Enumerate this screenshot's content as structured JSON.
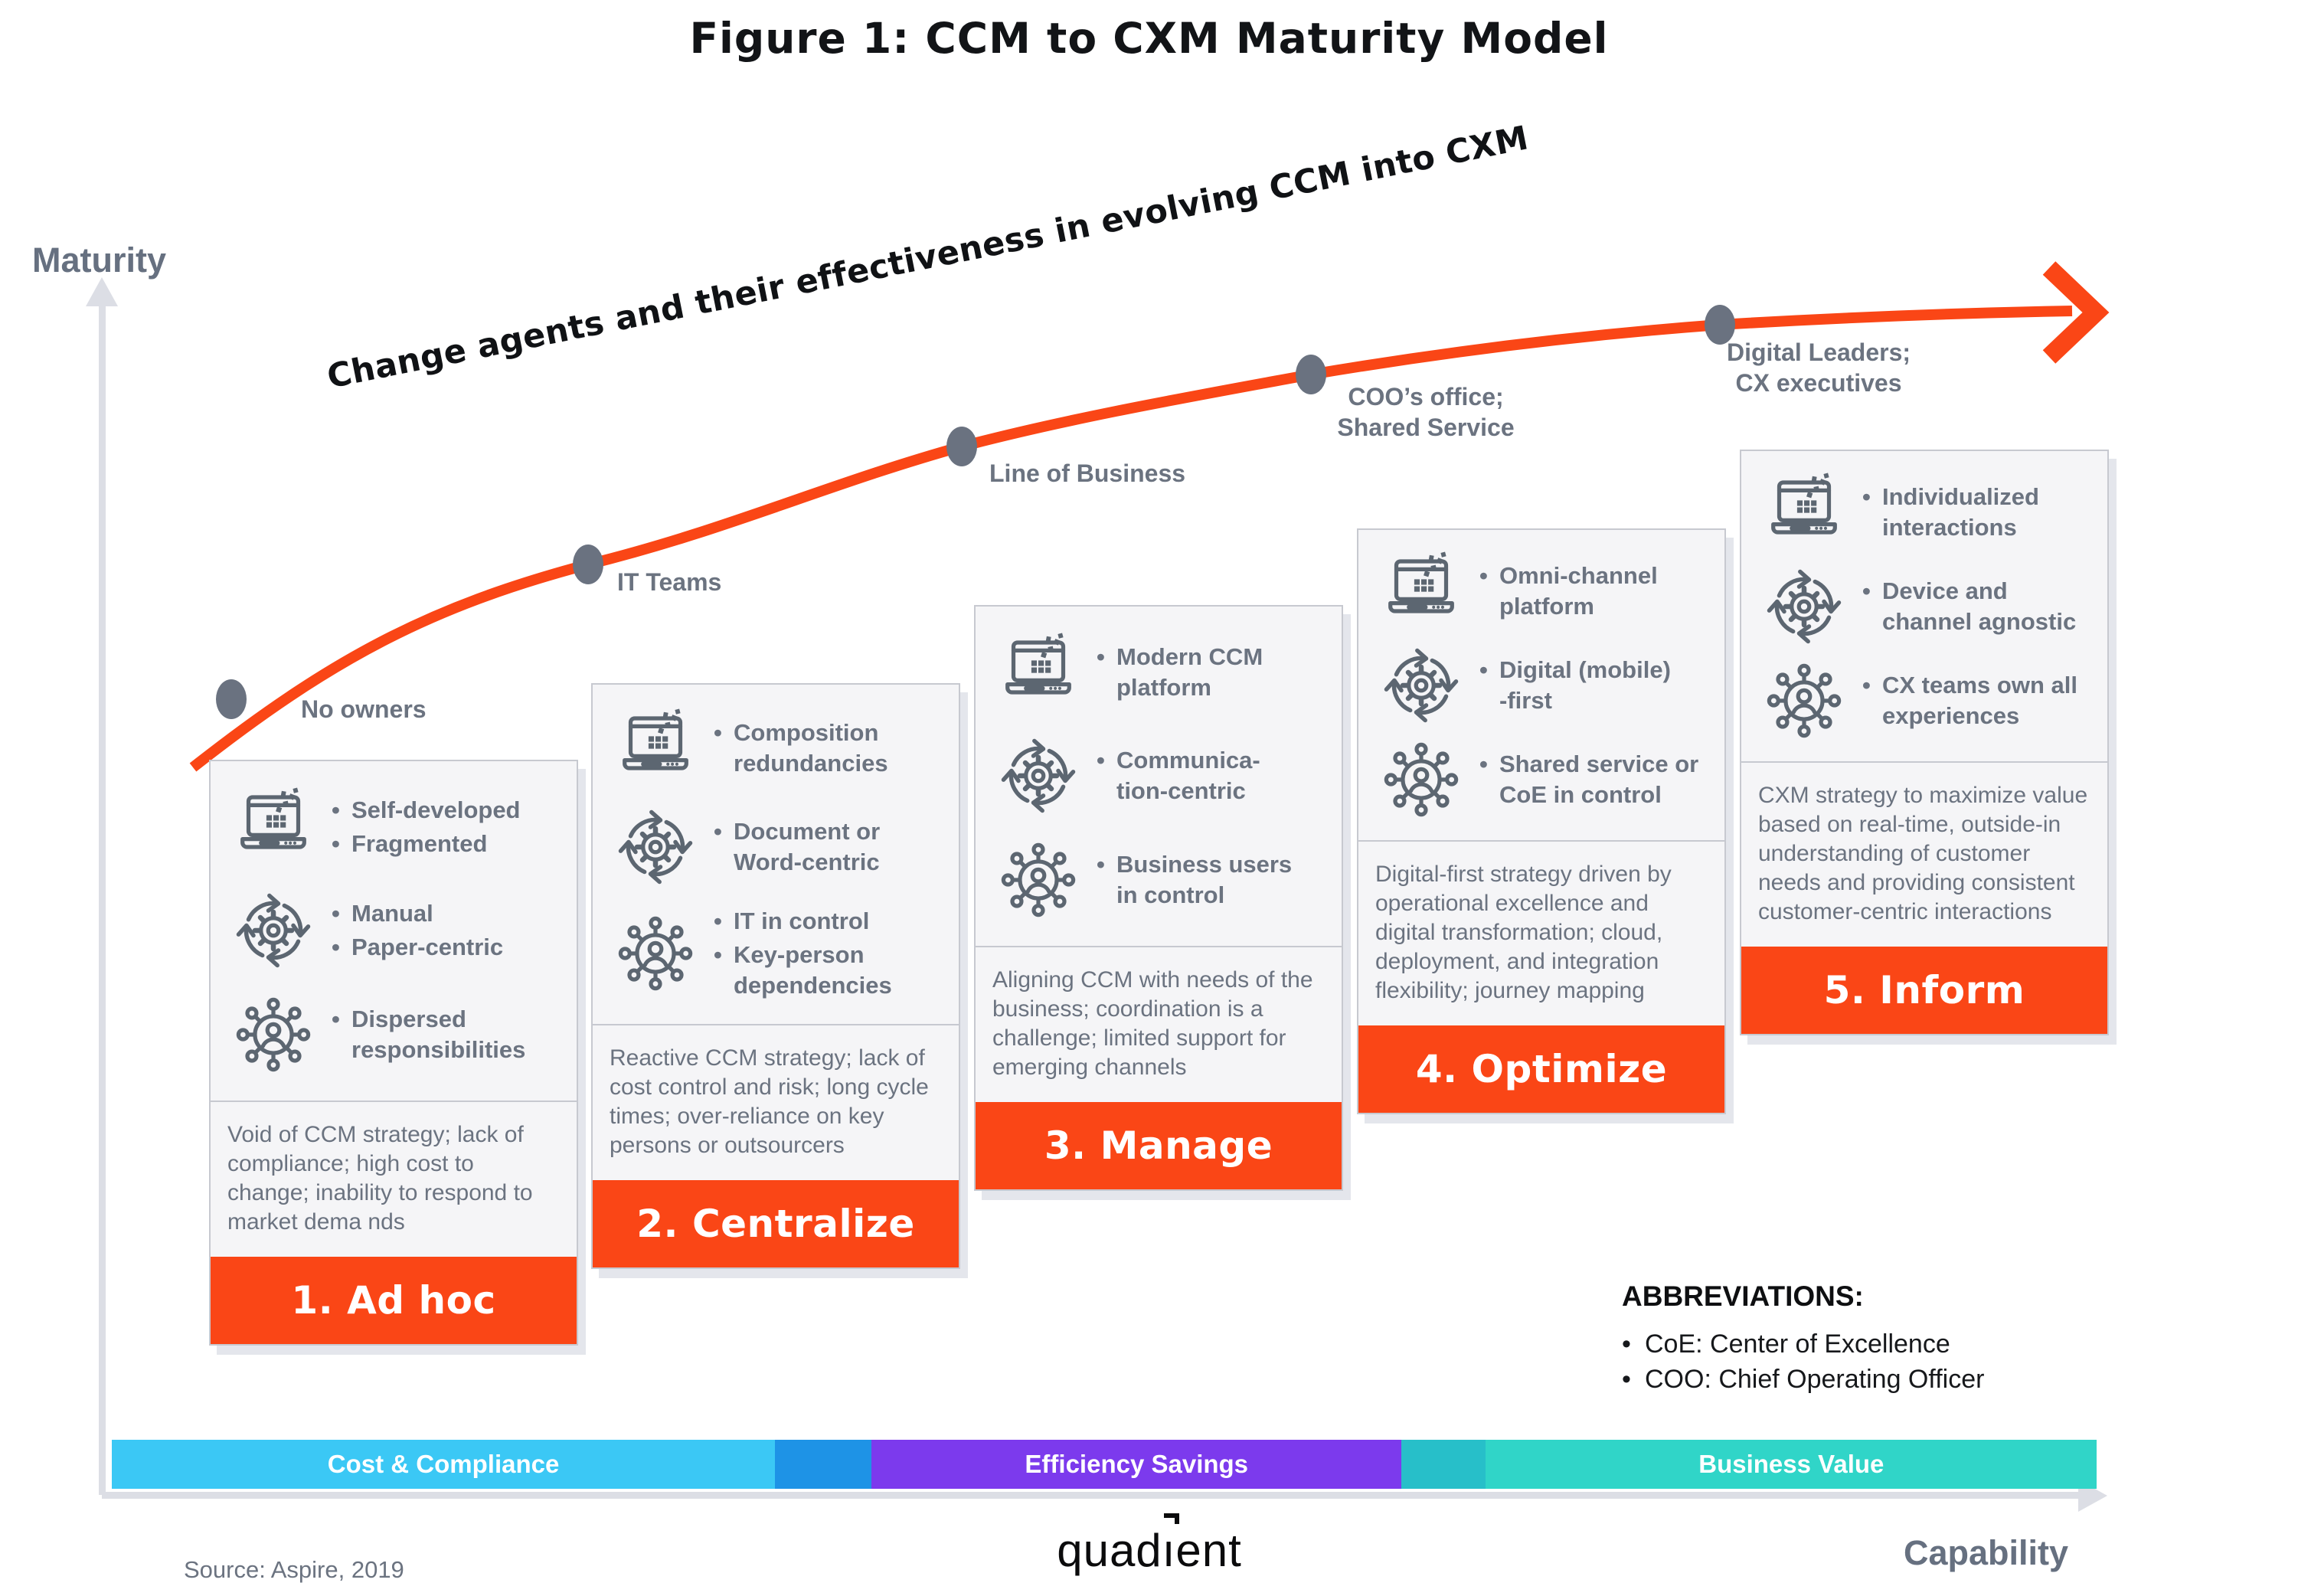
{
  "title": "Figure 1: CCM to CXM Maturity Model",
  "ui": {
    "bullet": "•",
    "accent": "#fa4616",
    "dot_color": "#6a7280"
  },
  "axes": {
    "y_label": "Maturity",
    "x_label": "Capability"
  },
  "curve": {
    "label": "Change agents and their effectiveness in evolving CCM into CXM",
    "color": "#fa4616",
    "points": [
      {
        "line1": "No owners",
        "line2": ""
      },
      {
        "line1": "IT Teams",
        "line2": ""
      },
      {
        "line1": "Line of Business",
        "line2": ""
      },
      {
        "line1": "COO’s office;",
        "line2": "Shared Service"
      },
      {
        "line1": "Digital Leaders;",
        "line2": "CX executives"
      }
    ]
  },
  "stages": [
    {
      "name": "1. Ad hoc",
      "rows": [
        {
          "icon": "laptop-pixels-icon",
          "items": [
            "Self-developed",
            "Fragmented"
          ]
        },
        {
          "icon": "gear-cycle-icon",
          "items": [
            "Manual",
            "Paper-centric"
          ]
        },
        {
          "icon": "network-people-icon",
          "items": [
            "Dispersed\nresponsibilities"
          ]
        }
      ],
      "description": "Void of CCM strategy; lack of compliance; high cost to change; inability to respond to market dema nds"
    },
    {
      "name": "2. Centralize",
      "rows": [
        {
          "icon": "laptop-pixels-icon",
          "items": [
            "Composition\nredundancies"
          ]
        },
        {
          "icon": "gear-cycle-icon",
          "items": [
            "Document or\nWord-centric"
          ]
        },
        {
          "icon": "network-people-icon",
          "items": [
            "IT in control",
            "Key-person\ndependencies"
          ]
        }
      ],
      "description": "Reactive CCM strategy; lack of cost control and risk; long cycle times; over-reliance on key persons or outsourcers"
    },
    {
      "name": "3. Manage",
      "rows": [
        {
          "icon": "laptop-pixels-icon",
          "items": [
            "Modern CCM\nplatform"
          ]
        },
        {
          "icon": "gear-cycle-icon",
          "items": [
            "Communica-\ntion-centric"
          ]
        },
        {
          "icon": "network-people-icon",
          "items": [
            "Business users\nin control"
          ]
        }
      ],
      "description": "Aligning CCM with needs of the business; coordination is a challenge; limited support for emerging channels"
    },
    {
      "name": "4. Optimize",
      "rows": [
        {
          "icon": "laptop-pixels-icon",
          "items": [
            "Omni-channel\nplatform"
          ]
        },
        {
          "icon": "gear-cycle-icon",
          "items": [
            "Digital (mobile)\n-first"
          ]
        },
        {
          "icon": "network-people-icon",
          "items": [
            "Shared service or\nCoE in control"
          ]
        }
      ],
      "description": "Digital-first strategy driven by operational excellence and digital transformation; cloud, deployment, and integration flexibility; journey mapping"
    },
    {
      "name": "5. Inform",
      "rows": [
        {
          "icon": "laptop-pixels-icon",
          "items": [
            "Individualized\ninteractions"
          ]
        },
        {
          "icon": "gear-cycle-icon",
          "items": [
            "Device and\nchannel agnostic"
          ]
        },
        {
          "icon": "network-people-icon",
          "items": [
            "CX teams own all\nexperiences"
          ]
        }
      ],
      "description": "CXM strategy to maximize value based on real-time, outside-in understanding of customer needs and providing consistent customer-centric interactions"
    }
  ],
  "abbreviations": {
    "heading": "ABBREVIATIONS:",
    "items": [
      "CoE: Center of Excellence",
      "COO: Chief Operating Officer"
    ]
  },
  "capability_bar": {
    "segments": [
      {
        "label": "Cost & Compliance",
        "color": "#3bc8f5"
      },
      {
        "label": "",
        "color": "#1e93e6"
      },
      {
        "label": "Efficiency Savings",
        "color": "#7c3aed"
      },
      {
        "label": "",
        "color": "#27bfc9"
      },
      {
        "label": "Business Value",
        "color": "#30d5c8"
      }
    ]
  },
  "source": "Source: Aspire, 2019",
  "logo": {
    "pre": "quad",
    "i": "ı",
    "post": "ent"
  }
}
